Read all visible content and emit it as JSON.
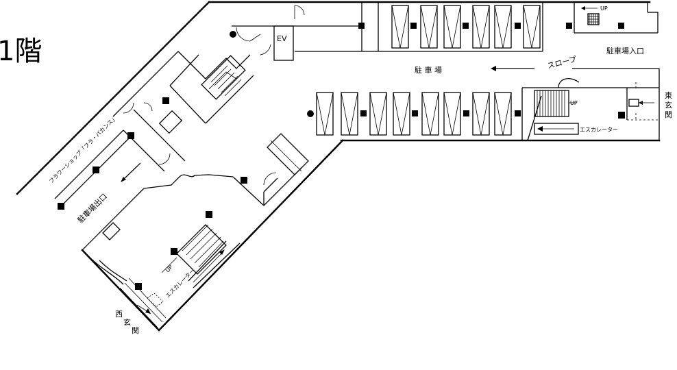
{
  "floor_label": "1階",
  "labels": {
    "ev": "EV",
    "parking": "駐 車 場",
    "slope": "スロープ",
    "parking_entrance": "駐車場入口",
    "east_entrance": [
      "東",
      "玄",
      "関"
    ],
    "west_entrance": [
      "西",
      "玄",
      "関"
    ],
    "escalator_east": "エスカレーター",
    "escalator_west": "エスカレーター",
    "up_top": "UP",
    "up_east": "UP",
    "up_west": "UP",
    "parking_exit": "駐車場出口",
    "flower_shop": "フラワーショップ「フラ・バカンス」"
  }
}
